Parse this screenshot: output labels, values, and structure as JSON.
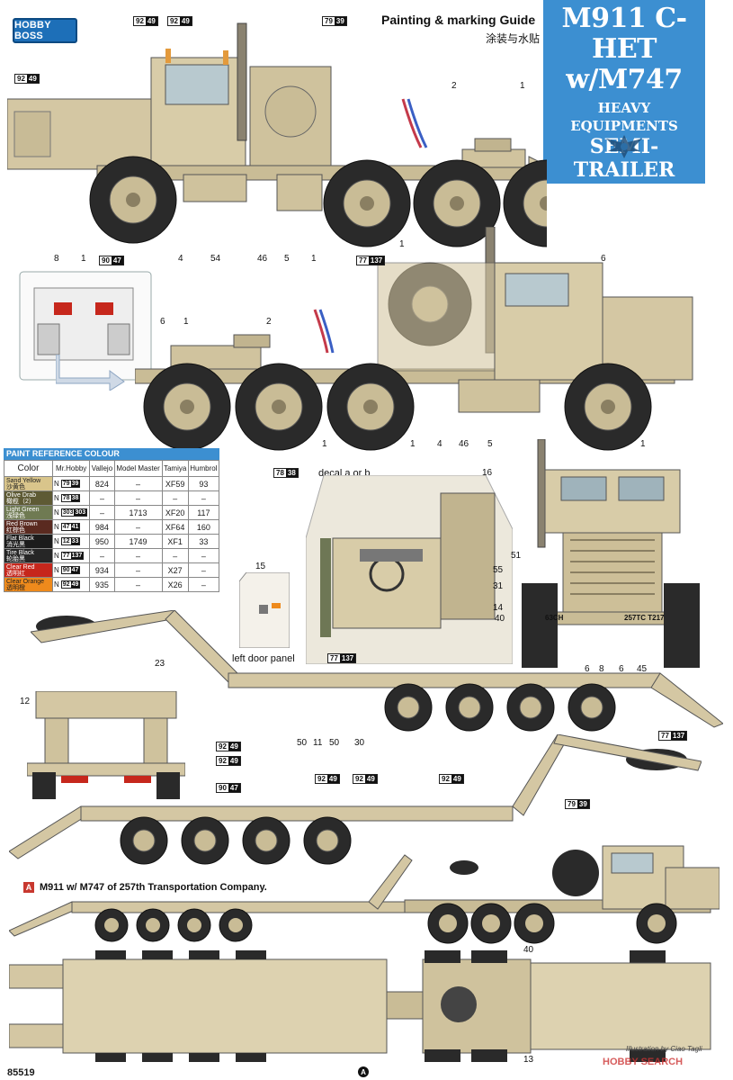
{
  "header": {
    "brand": "HOBBY BOSS",
    "guide_title": "Painting & marking Guide",
    "guide_subtitle": "涂装与水贴"
  },
  "title_box": {
    "line1": "M911 C-HET",
    "line2": "w/M747",
    "line3": "HEAVY EQUIPMENTS",
    "line4": "SEMI-TRAILER",
    "bg_color": "#3c8fd1"
  },
  "paint_reference": {
    "title": "PAINT REFERENCE COLOUR",
    "columns": [
      "Color",
      "Mr.Hobby",
      "Vallejo",
      "Model Master",
      "Tamiya",
      "Humbrol"
    ],
    "rows": [
      {
        "name": "Sand Yellow",
        "cn": "沙黄色",
        "swatch": "#d9c58b",
        "mh_prefix": "N",
        "mh_num": "79",
        "mh_code": "39",
        "vallejo": "824",
        "model_master": "–",
        "tamiya": "XF59",
        "humbrol": "93"
      },
      {
        "name": "Olive Drab",
        "cn": "橄榄（2）",
        "swatch": "#5e5a34",
        "mh_prefix": "N",
        "mh_num": "78",
        "mh_code": "38",
        "vallejo": "–",
        "model_master": "–",
        "tamiya": "–",
        "humbrol": "–"
      },
      {
        "name": "Light Green",
        "cn": "浅绿色",
        "swatch": "#6f7a52",
        "mh_prefix": "N",
        "mh_num": "303",
        "mh_code": "303",
        "vallejo": "–",
        "model_master": "1713",
        "tamiya": "XF20",
        "humbrol": "117"
      },
      {
        "name": "Red Brown",
        "cn": "红棕色",
        "swatch": "#5a2a20",
        "mh_prefix": "N",
        "mh_num": "47",
        "mh_code": "41",
        "vallejo": "984",
        "model_master": "–",
        "tamiya": "XF64",
        "humbrol": "160"
      },
      {
        "name": "Flat Black",
        "cn": "消光黑",
        "swatch": "#1c1c1c",
        "mh_prefix": "N",
        "mh_num": "12",
        "mh_code": "33",
        "vallejo": "950",
        "model_master": "1749",
        "tamiya": "XF1",
        "humbrol": "33"
      },
      {
        "name": "Tire Black",
        "cn": "轮胎黑",
        "swatch": "#262626",
        "mh_prefix": "N",
        "mh_num": "77",
        "mh_code": "137",
        "vallejo": "–",
        "model_master": "–",
        "tamiya": "–",
        "humbrol": "–"
      },
      {
        "name": "Clear Red",
        "cn": "透明红",
        "swatch": "#c6271c",
        "mh_prefix": "N",
        "mh_num": "90",
        "mh_code": "47",
        "vallejo": "934",
        "model_master": "–",
        "tamiya": "X27",
        "humbrol": "–"
      },
      {
        "name": "Clear Orange",
        "cn": "透明橙",
        "swatch": "#ee8a1c",
        "mh_prefix": "N",
        "mh_num": "92",
        "mh_code": "49",
        "vallejo": "935",
        "model_master": "–",
        "tamiya": "X26",
        "humbrol": "–"
      }
    ]
  },
  "codes": {
    "c92_49": {
      "n": "92",
      "c": "49"
    },
    "c79_39": {
      "n": "79",
      "c": "39"
    },
    "c90_47": {
      "n": "90",
      "c": "47"
    },
    "c77_137": {
      "n": "77",
      "c": "137"
    },
    "c78_38": {
      "n": "78",
      "c": "38"
    }
  },
  "callouts": {
    "top_view": [
      "1",
      "4",
      "54",
      "46",
      "5",
      "1",
      "1",
      "6",
      "2",
      "1"
    ],
    "second_view": [
      "8",
      "6",
      "1",
      "2",
      "1",
      "1",
      "4",
      "46",
      "5",
      "1"
    ],
    "interior": [
      "16",
      "55",
      "31",
      "14"
    ],
    "front": [
      "51",
      "40",
      "6",
      "8",
      "6",
      "45"
    ],
    "trailer": [
      "23",
      "12",
      "50",
      "11",
      "50",
      "30"
    ],
    "bottom": [
      "40",
      "13"
    ]
  },
  "labels": {
    "decal": "decal a or b",
    "door_num": "15",
    "left_door_panel": "left door panel",
    "front_plate_left": "63CH",
    "front_plate_right": "257TC  T217"
  },
  "caption": {
    "badge": "A",
    "text": "M911 w/ M747 of 257th Transportation Company."
  },
  "footer": {
    "code": "85519",
    "marker": "A",
    "illustrator": "Illustration by Ciao Tagli",
    "watermark": "HOBBY SEARCH"
  }
}
